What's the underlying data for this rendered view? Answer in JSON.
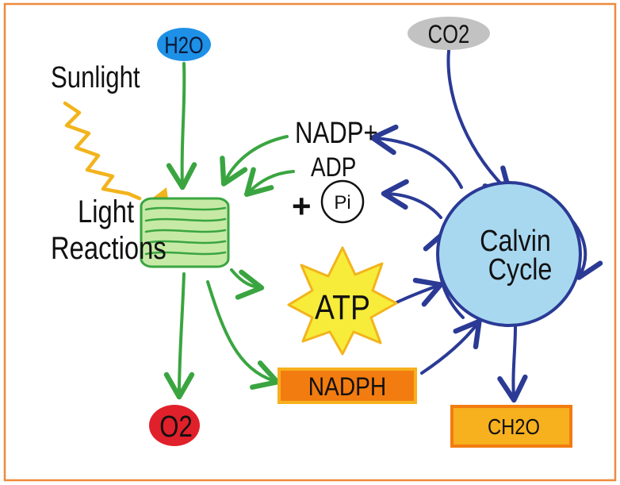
{
  "labels": {
    "h2o": "H2O",
    "co2": "CO2",
    "sunlight": "Sunlight",
    "light": "Light",
    "reactions": "Reactions",
    "nadp_plus": "NADP+",
    "adp": "ADP",
    "plus": "+",
    "pi": "Pi",
    "atp": "ATP",
    "nadph": "NADPH",
    "o2": "O2",
    "calvin": "Calvin",
    "cycle": "Cycle",
    "ch2o": "CH2O"
  },
  "colors": {
    "frame": "#ee8a3c",
    "green_arrow": "#3aa540",
    "blue_arrow": "#2a3a95",
    "sun_ray": "#f2b41c",
    "h2o_fill": "#1e90e6",
    "co2_fill": "#c2c2c2",
    "o2_fill": "#e0202a",
    "thylakoid_fill": "#c6eaa6",
    "calvin_fill": "#a8d8f0",
    "atp_star": "#f7ec3a",
    "nadph_fill": "#f27c10",
    "ch2o_fill": "#f7b01e"
  }
}
